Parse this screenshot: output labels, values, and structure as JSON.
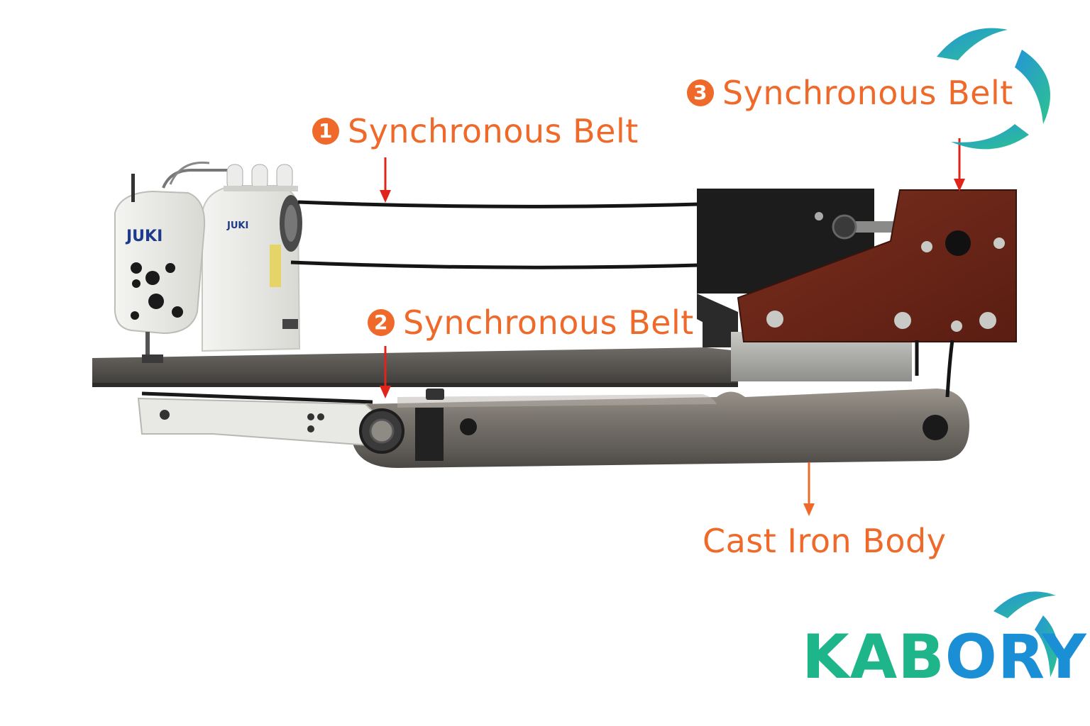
{
  "callouts": [
    {
      "number": "1",
      "label": "Synchronous Belt"
    },
    {
      "number": "2",
      "label": "Synchronous Belt"
    },
    {
      "number": "3",
      "label": "Synchronous Belt"
    },
    {
      "number": "",
      "label": "Cast Iron Body"
    }
  ],
  "brand": {
    "logo_text": "KABORY",
    "machine_brand": "JUKI",
    "text_color": "#ef6a2a",
    "arrow_color": "#e0241b",
    "logo_teal": "#1fb58b",
    "logo_blue": "#1a8fd6"
  },
  "icons": [
    "swirl-logo-icon"
  ]
}
